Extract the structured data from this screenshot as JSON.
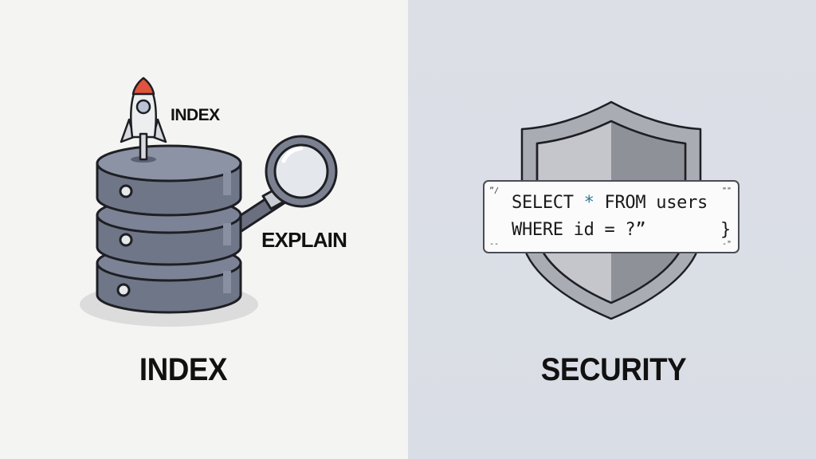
{
  "panels": {
    "left": {
      "title": "INDEX",
      "annotations": {
        "rocket_label": "INDEX",
        "magnifier_label": "EXPLAIN"
      },
      "icons": [
        "rocket-icon",
        "database-icon",
        "magnifying-glass-icon"
      ],
      "background": "#f4f4f3"
    },
    "right": {
      "title": "SECURITY",
      "icons": [
        "shield-icon"
      ],
      "code": {
        "line1_a": "SELECT ",
        "line1_star": "*",
        "line1_b": " FROM users",
        "line2": "WHERE id = ?”",
        "closing_brace": "}",
        "open_quote": "”/",
        "corner_marks": [
          "\"\"",
          "--",
          "-\""
        ]
      },
      "background": "#dcdfe6"
    }
  },
  "colors": {
    "db_body": "#6f7688",
    "db_top": "#8c93a5",
    "rocket_tip": "#e0533c",
    "shield_outer": "#a9acb2",
    "shield_inner": "#8e9198",
    "sql_accent": "#2b7a9a",
    "outline": "#1e1f24"
  }
}
